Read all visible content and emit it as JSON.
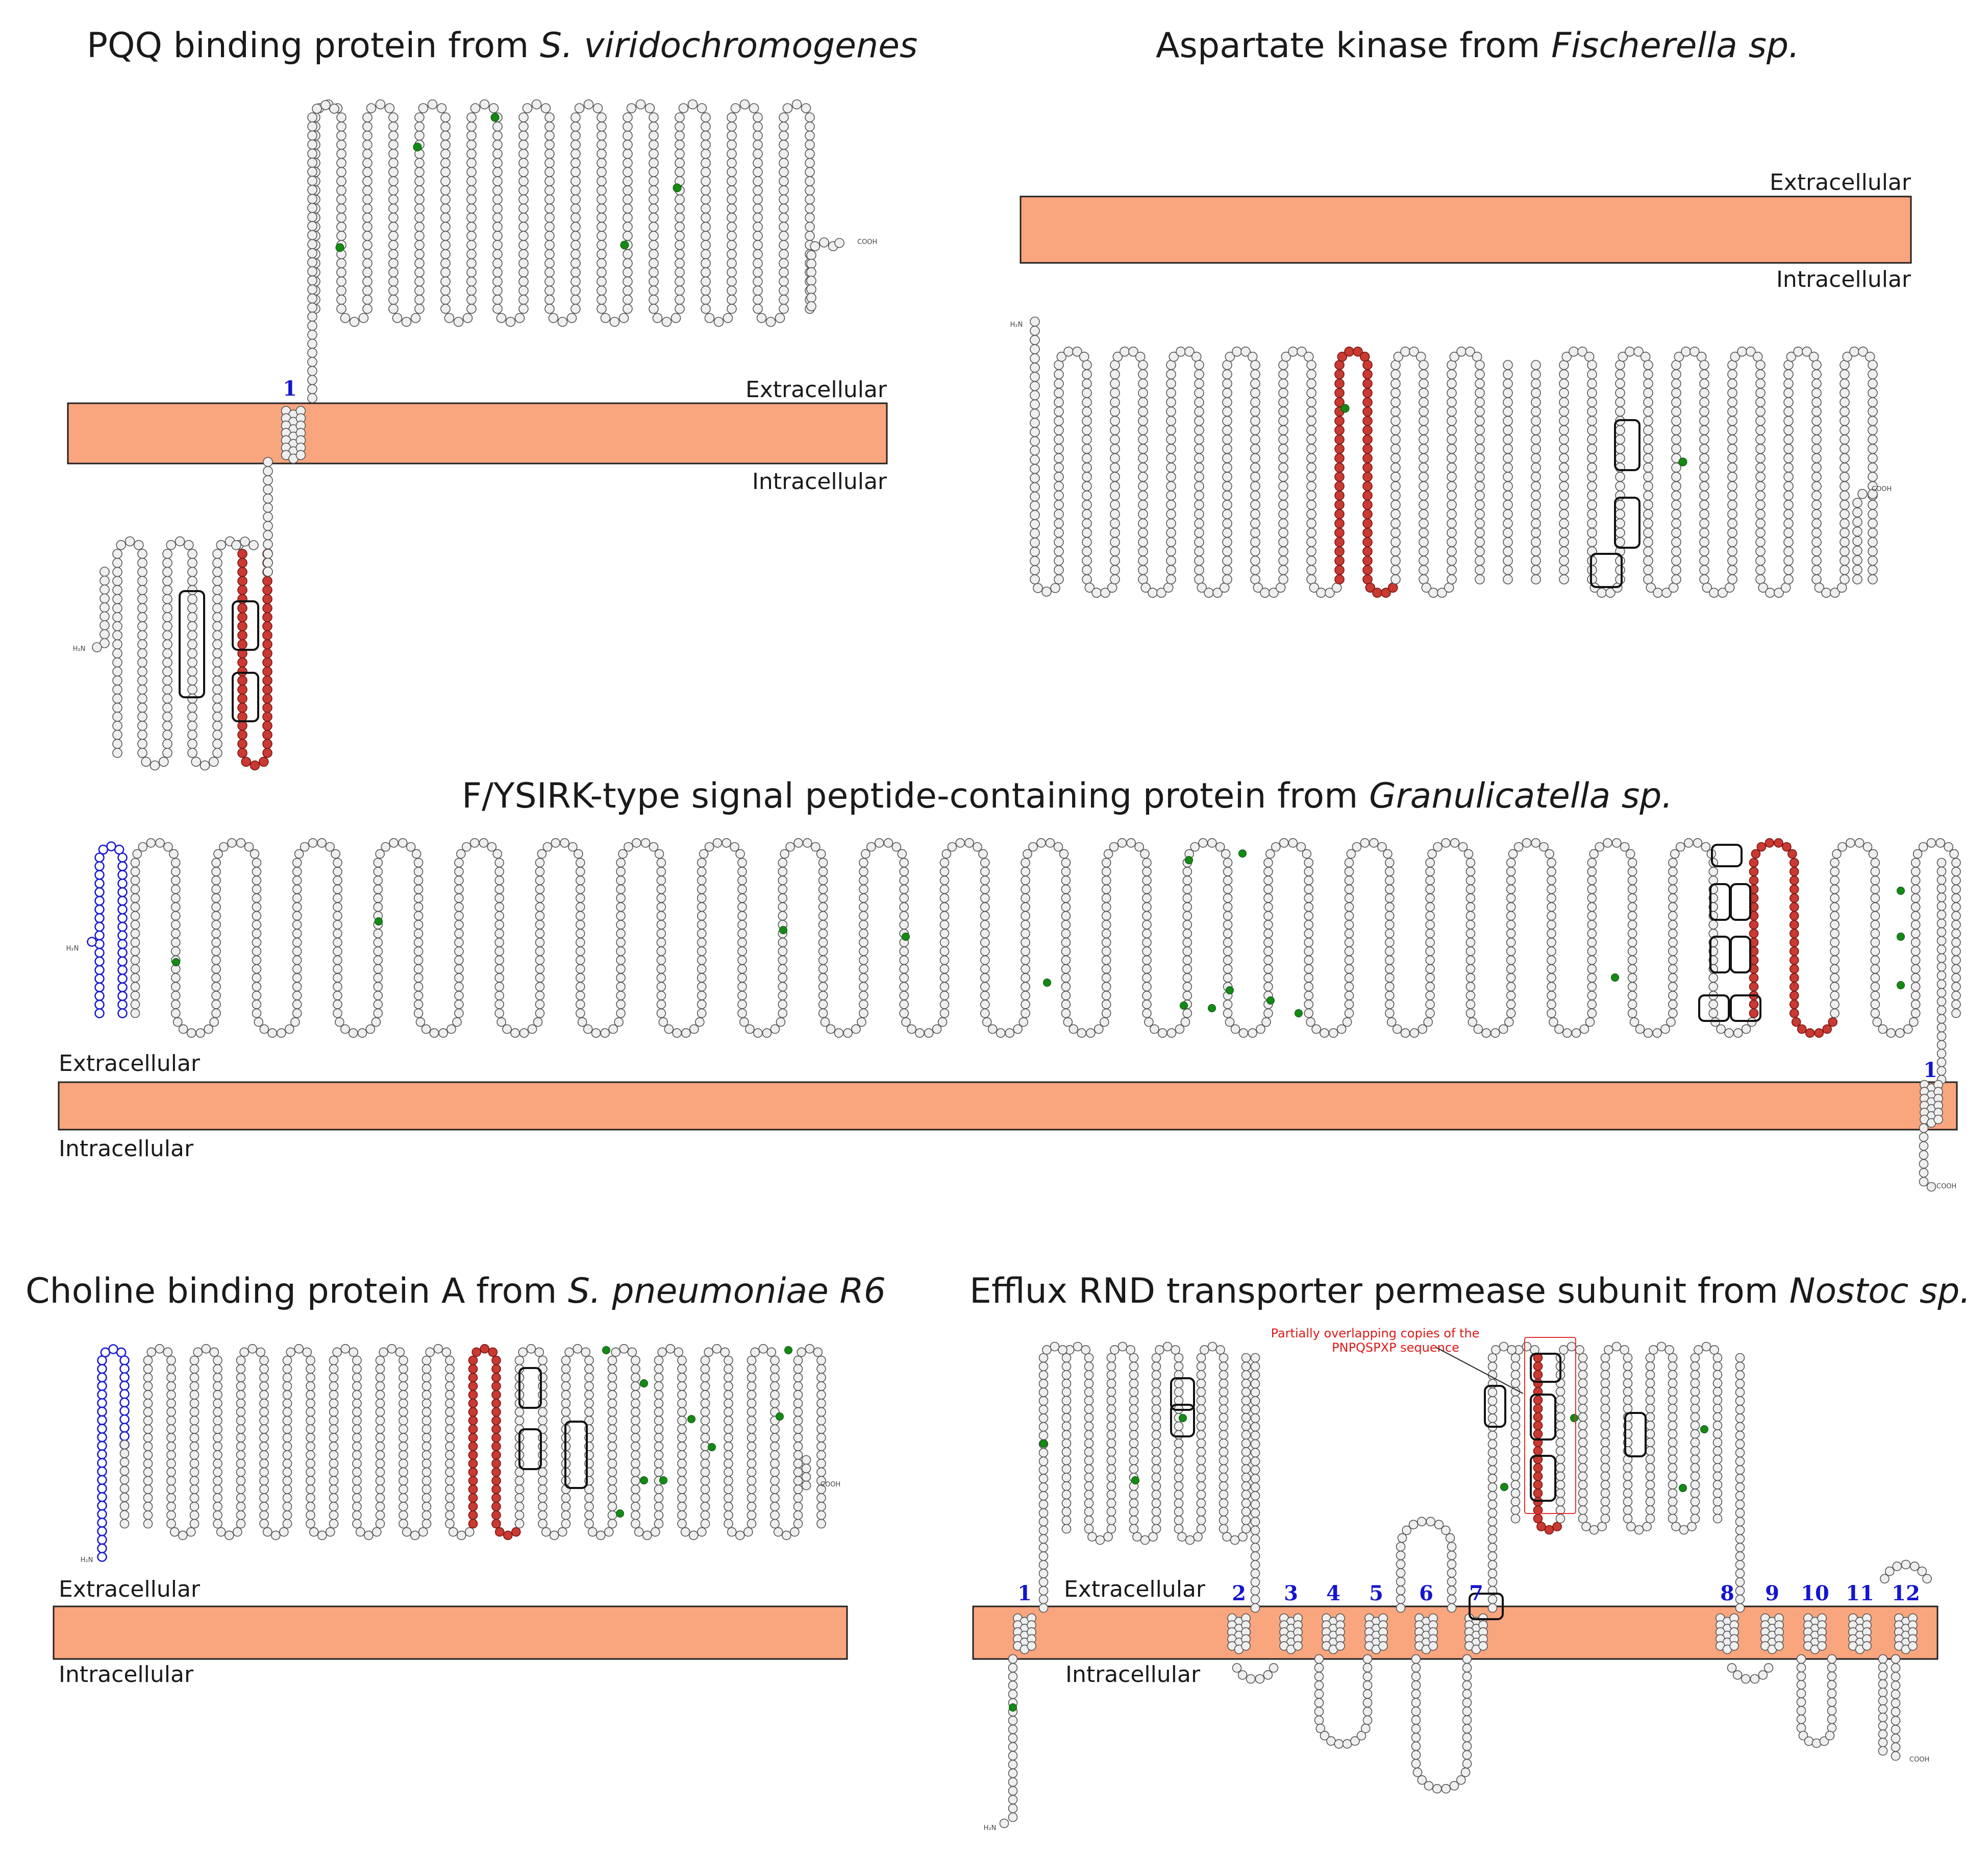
{
  "panels": {
    "pqq": {
      "title_plain": "PQQ binding protein from ",
      "title_italic": "S. viridochromogenes",
      "extracellular": "Extracellular",
      "intracellular": "Intracellular",
      "tm_numbers": [
        "1"
      ],
      "n_term": "H₂N",
      "c_term": "COOH"
    },
    "aspartate": {
      "title_plain": "Aspartate kinase from ",
      "title_italic": "Fischerella sp.",
      "extracellular": "Extracellular",
      "intracellular": "Intracellular",
      "n_term": "H₂N",
      "c_term": "COOH"
    },
    "fysirk": {
      "title_plain": "F/YSIRK-type signal peptide-containing protein from ",
      "title_italic": "Granulicatella sp.",
      "extracellular": "Extracellular",
      "intracellular": "Intracellular",
      "tm_numbers": [
        "1"
      ],
      "n_term": "H₂N",
      "c_term": "COOH"
    },
    "choline": {
      "title_plain": "Choline binding protein A from ",
      "title_italic": "S. pneumoniae R6",
      "extracellular": "Extracellular",
      "intracellular": "Intracellular",
      "n_term": "H₂N",
      "c_term": "COOH"
    },
    "efflux": {
      "title_plain": "Efflux RND transporter permease subunit from ",
      "title_italic": "Nostoc sp.",
      "extracellular": "Extracellular",
      "intracellular": "Intracellular",
      "tm_numbers": [
        "1",
        "2",
        "3",
        "4",
        "5",
        "6",
        "7",
        "8",
        "9",
        "10",
        "11",
        "12"
      ],
      "annotation_line1": "Partially overlapping copies of the",
      "annotation_line2": "PNPQSPXP sequence",
      "n_term": "H₂N",
      "c_term": "COOH"
    }
  },
  "colors": {
    "membrane": "#f9a57e",
    "residue": "#efefef",
    "repeat_residue": "#c93a32",
    "signal_peptide": "#1a1ad0",
    "glycosite": "#148a14",
    "tm_number": "#1515d0",
    "annotation": "#e01818"
  }
}
